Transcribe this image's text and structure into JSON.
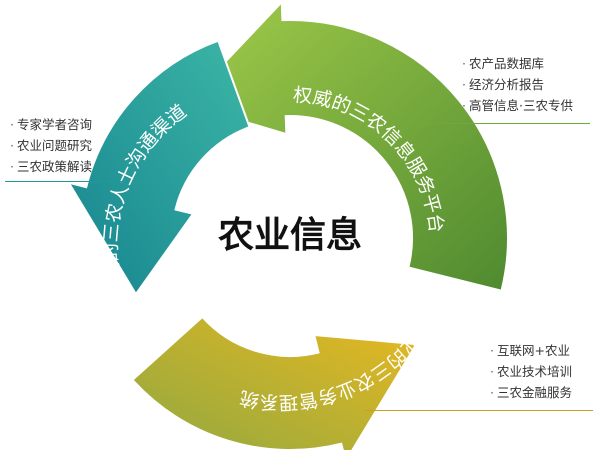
{
  "center": {
    "title": "农业信息"
  },
  "arcs": [
    {
      "id": "green",
      "label": "权威的三农信息服务平台",
      "color": "#5e9a36",
      "color_light": "#9cc845"
    },
    {
      "id": "gold",
      "label": "专业的三农业务管理系统",
      "color": "#d4a81c",
      "color_light": "#a8b23c"
    },
    {
      "id": "teal",
      "label": "高端的三农人士沟通渠道",
      "color": "#1f8f96",
      "color_light": "#34b0a8"
    }
  ],
  "lists": {
    "teal": [
      "专家学者咨询",
      "农业问题研究",
      "三农政策解读"
    ],
    "green": [
      "农产品数据库",
      "经济分析报告",
      "高管信息·三农专供"
    ],
    "gold": [
      "互联网+农业",
      "农业技术培训",
      "三农金融服务"
    ]
  },
  "bullet": "·"
}
